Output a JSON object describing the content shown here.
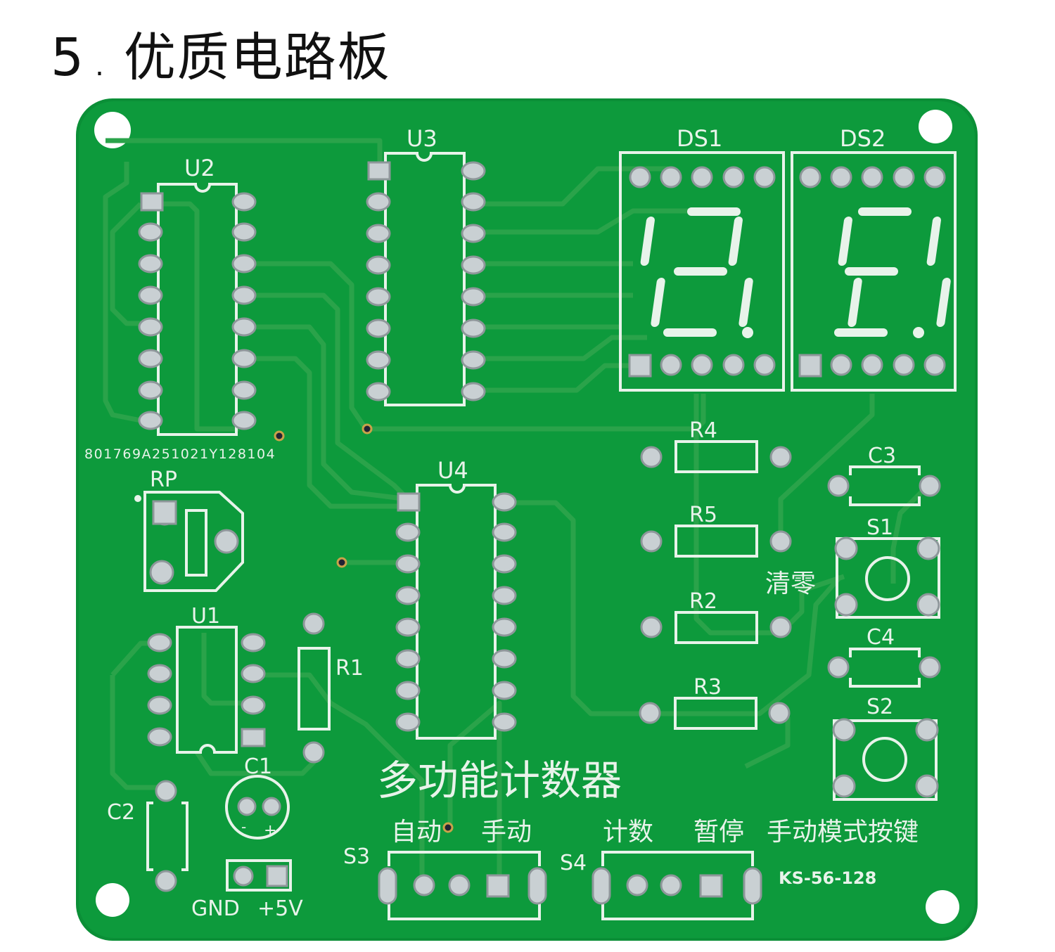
{
  "heading": {
    "number": "5",
    "separator": ".",
    "title": "优质电路板"
  },
  "board": {
    "color": "#0d9a3c",
    "silkscreen_color": "#e8f3ea",
    "serial": "801769A251021Y128104",
    "model": "KS-56-128",
    "title": "多功能计数器",
    "components": {
      "U1": "U1",
      "U2": "U2",
      "U3": "U3",
      "U4": "U4",
      "DS1": "DS1",
      "DS2": "DS2",
      "R1": "R1",
      "R2": "R2",
      "R3": "R3",
      "R4": "R4",
      "R5": "R5",
      "C1": "C1",
      "C2": "C2",
      "C3": "C3",
      "C4": "C4",
      "S1": "S1",
      "S2": "S2",
      "S3": "S3",
      "S4": "S4",
      "RP": "RP"
    },
    "labels": {
      "clear": "清零",
      "auto": "自动",
      "manual": "手动",
      "count": "计数",
      "pause": "暂停",
      "manual_mode_key": "手动模式按键",
      "gnd": "GND",
      "vcc": "+5V",
      "minus": "-",
      "plus": "+"
    }
  }
}
